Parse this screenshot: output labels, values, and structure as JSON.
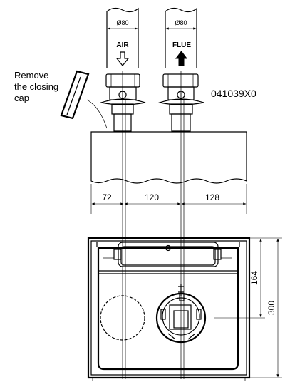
{
  "drawing": {
    "code": "041039X0",
    "instruction_lines": [
      "Remove",
      "the closing",
      "cap"
    ],
    "air_pipe": {
      "diameter": "Ø80",
      "label": "AIR",
      "direction": "down"
    },
    "flue_pipe": {
      "diameter": "Ø80",
      "label": "FLUE",
      "direction": "up"
    },
    "horizontal_dims": [
      "72",
      "120",
      "128"
    ],
    "vertical_dims": [
      "164",
      "300"
    ]
  }
}
